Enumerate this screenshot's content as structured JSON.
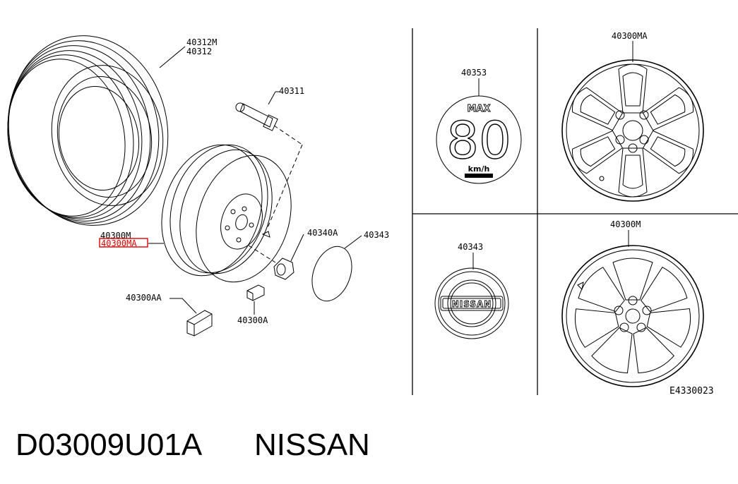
{
  "diagram": {
    "labels": {
      "tire": [
        "40312M",
        "40312"
      ],
      "valve": "40311",
      "wheel": "40300M",
      "wheel_highlighted": "40300MA",
      "balance_weight_aa": "40300AA",
      "balance_weight_a": "40300A",
      "nut": "40340A",
      "cap_left": "40343",
      "panel_speed": "40353",
      "panel_cap": "40343",
      "panel_wheel_ma": "40300MA",
      "panel_wheel_m": "40300M",
      "diagram_code": "E4330023"
    },
    "speed_label": {
      "top": "MAX",
      "value": "80",
      "unit": "km/h"
    },
    "cap_brand": "NISSAN",
    "highlight_color": "#e00000"
  },
  "footer": {
    "part_number": "D03009U01A",
    "brand": "NISSAN"
  }
}
